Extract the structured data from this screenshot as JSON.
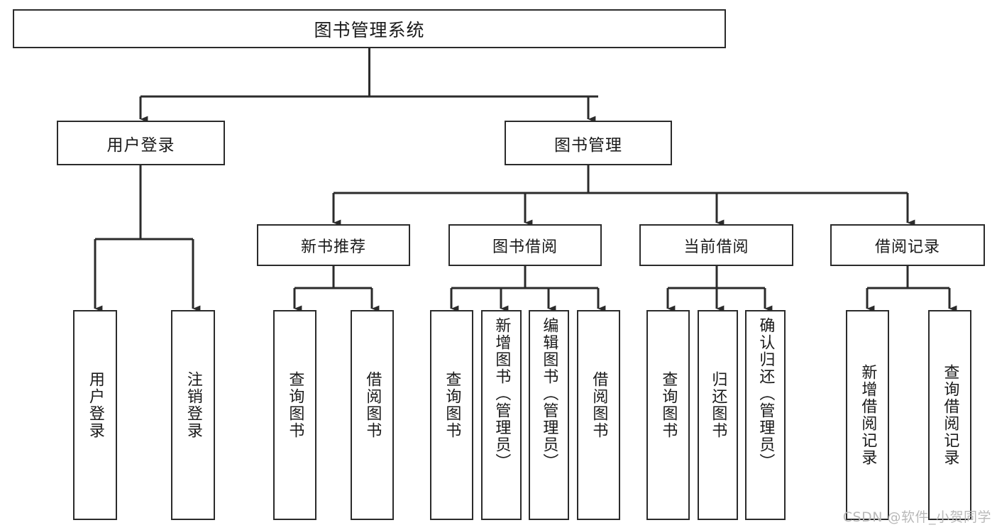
{
  "diagram": {
    "type": "tree",
    "title": "图书管理系统",
    "orientation": "top-down",
    "colors": {
      "node_border": "#2b2b2b",
      "node_fill": "#ffffff",
      "edge": "#2b2b2b",
      "text": "#1a1a1a",
      "watermark": "#b9b9b9",
      "canvas": "#ffffff"
    },
    "root": {
      "label": "图书管理系统"
    },
    "level2": [
      {
        "id": "user-login",
        "label": "用户登录"
      },
      {
        "id": "book-management",
        "label": "图书管理"
      }
    ],
    "level3": [
      {
        "id": "new-book-recommend",
        "label": "新书推荐",
        "parent": "book-management"
      },
      {
        "id": "book-borrow",
        "label": "图书借阅",
        "parent": "book-management"
      },
      {
        "id": "current-borrow",
        "label": "当前借阅",
        "parent": "book-management"
      },
      {
        "id": "borrow-record",
        "label": "借阅记录",
        "parent": "book-management"
      }
    ],
    "leaves": [
      {
        "id": "leaf-user-login",
        "label": "用户登录",
        "parent": "user-login"
      },
      {
        "id": "leaf-logout-login",
        "label": "注销登录",
        "parent": "user-login"
      },
      {
        "id": "leaf-query-book-1",
        "label": "查询图书",
        "parent": "new-book-recommend"
      },
      {
        "id": "leaf-borrow-book-1",
        "label": "借阅图书",
        "parent": "new-book-recommend"
      },
      {
        "id": "leaf-query-book-2",
        "label": "查询图书",
        "parent": "book-borrow"
      },
      {
        "id": "leaf-add-book",
        "label": "新增图书（管理员）",
        "parent": "book-borrow"
      },
      {
        "id": "leaf-edit-book",
        "label": "编辑图书（管理员）",
        "parent": "book-borrow"
      },
      {
        "id": "leaf-borrow-book-2",
        "label": "借阅图书",
        "parent": "book-borrow"
      },
      {
        "id": "leaf-query-book-3",
        "label": "查询图书",
        "parent": "current-borrow"
      },
      {
        "id": "leaf-return-book",
        "label": "归还图书",
        "parent": "current-borrow"
      },
      {
        "id": "leaf-confirm-return",
        "label": "确认归还（管理员）",
        "parent": "current-borrow"
      },
      {
        "id": "leaf-add-record",
        "label": "新增借阅记录",
        "parent": "borrow-record"
      },
      {
        "id": "leaf-query-record",
        "label": "查询借阅记录",
        "parent": "borrow-record"
      }
    ]
  },
  "watermark": {
    "text": "CSDN @软件_小贺同学"
  }
}
